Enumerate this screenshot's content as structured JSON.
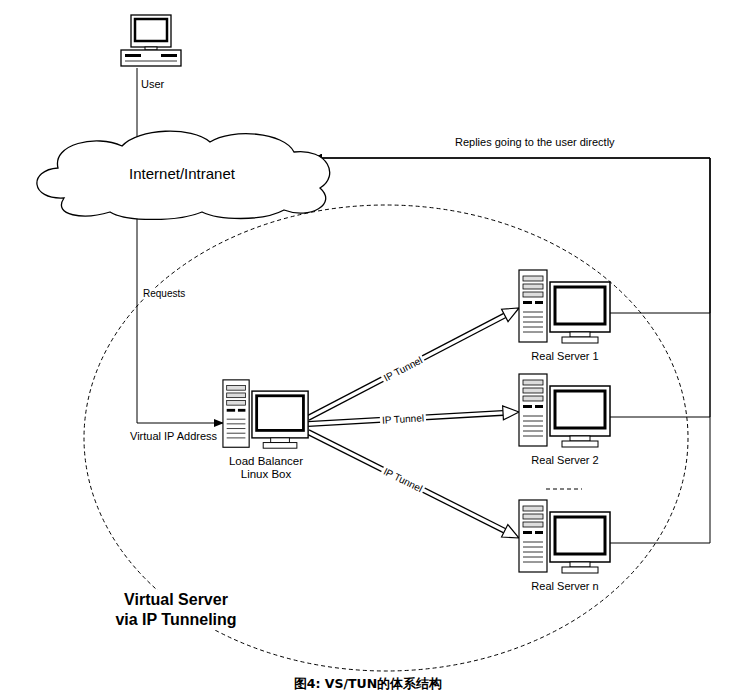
{
  "diagram": {
    "caption": "图4: VS/TUN的体系结构",
    "nodes": [
      {
        "text": [
          "User"
        ]
      },
      {
        "text": [
          "Internet/Intranet"
        ]
      },
      {
        "text": [
          "Virtual Server via IP Tunneling"
        ]
      },
      {
        "text": [
          "Load Balancer Linux Box"
        ],
        "in": 2
      },
      {
        "text": [
          "Real Server 1"
        ],
        "in": 2
      },
      {
        "text": [
          "Real Server 2"
        ],
        "in": 2
      },
      {
        "text": [
          "Real Server n"
        ],
        "in": 2
      }
    ],
    "edges": [
      {
        "from": 0,
        "to": 1,
        "arrow": "none"
      },
      {
        "from": 1,
        "to": 3,
        "arrow": "to",
        "label": "Requests"
      },
      {
        "from": 3,
        "to": 4,
        "arrow": "to",
        "label": "IP Tunnel"
      },
      {
        "from": 3,
        "to": 5,
        "arrow": "to",
        "label": "IP Tunnel"
      },
      {
        "from": 3,
        "to": 6,
        "arrow": "to",
        "label": "IP Tunnel"
      },
      {
        "from": 4,
        "to": 1,
        "arrow": "to"
      },
      {
        "from": 5,
        "to": 1,
        "arrow": "to"
      },
      {
        "from": 6,
        "to": 1,
        "arrow": "to"
      }
    ],
    "labels": [
      "Replies going to the user directly",
      "Virtual IP Address"
    ]
  }
}
